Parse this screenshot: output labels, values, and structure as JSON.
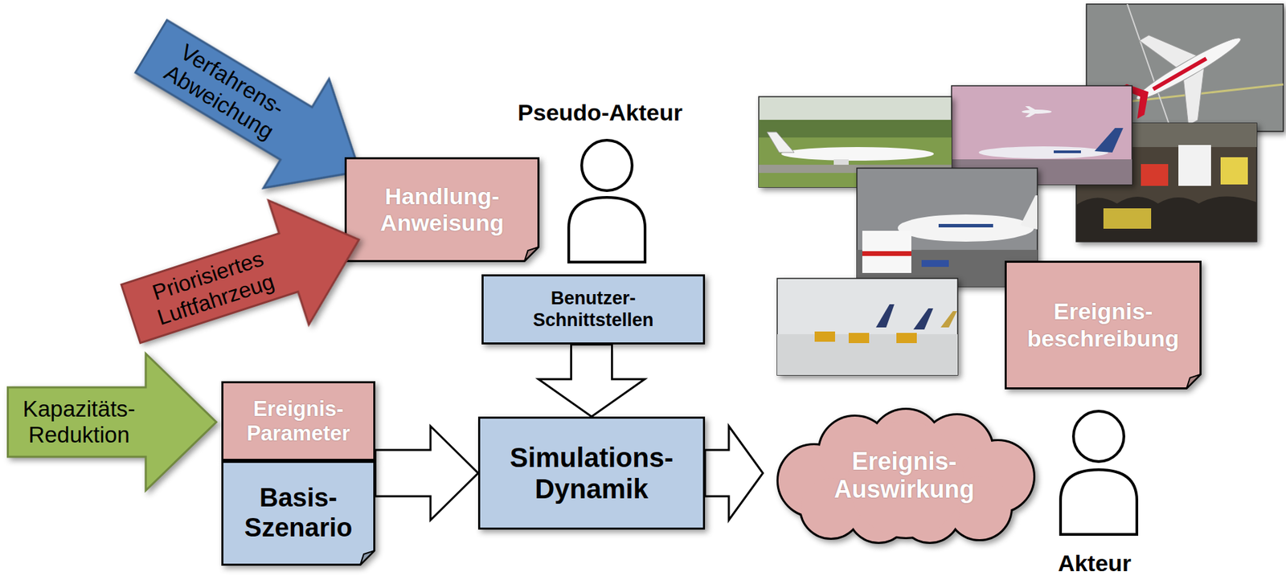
{
  "diagram": {
    "nodes": [
      {
        "text": [
          "Verfahrens- Abweichung"
        ]
      },
      {
        "text": [
          "Handlung- Anweisung"
        ]
      },
      {
        "text": [
          "Priorisiertes Luftfahrzeug"
        ]
      },
      {
        "text": [
          "Benutzer- Schnittstellen"
        ]
      },
      {
        "text": [
          "Ereignis- beschreibung"
        ]
      },
      {
        "text": [
          "Kapazitäts- Reduktion"
        ]
      },
      {
        "text": [
          "Ereignis- Parameter"
        ]
      },
      {
        "text": [
          "Basis- Szenario"
        ]
      },
      {
        "text": [
          "Simulations- Dynamik"
        ]
      },
      {
        "text": [
          "Ereignis- Auswirkung"
        ]
      }
    ],
    "edges": [
      {
        "from": 7,
        "to": 8,
        "arrow": "to"
      },
      {
        "from": 3,
        "to": 8,
        "arrow": "to"
      },
      {
        "from": 8,
        "to": 9,
        "arrow": "to"
      }
    ],
    "labels": [
      "Pseudo-Akteur",
      "Akteur"
    ]
  }
}
